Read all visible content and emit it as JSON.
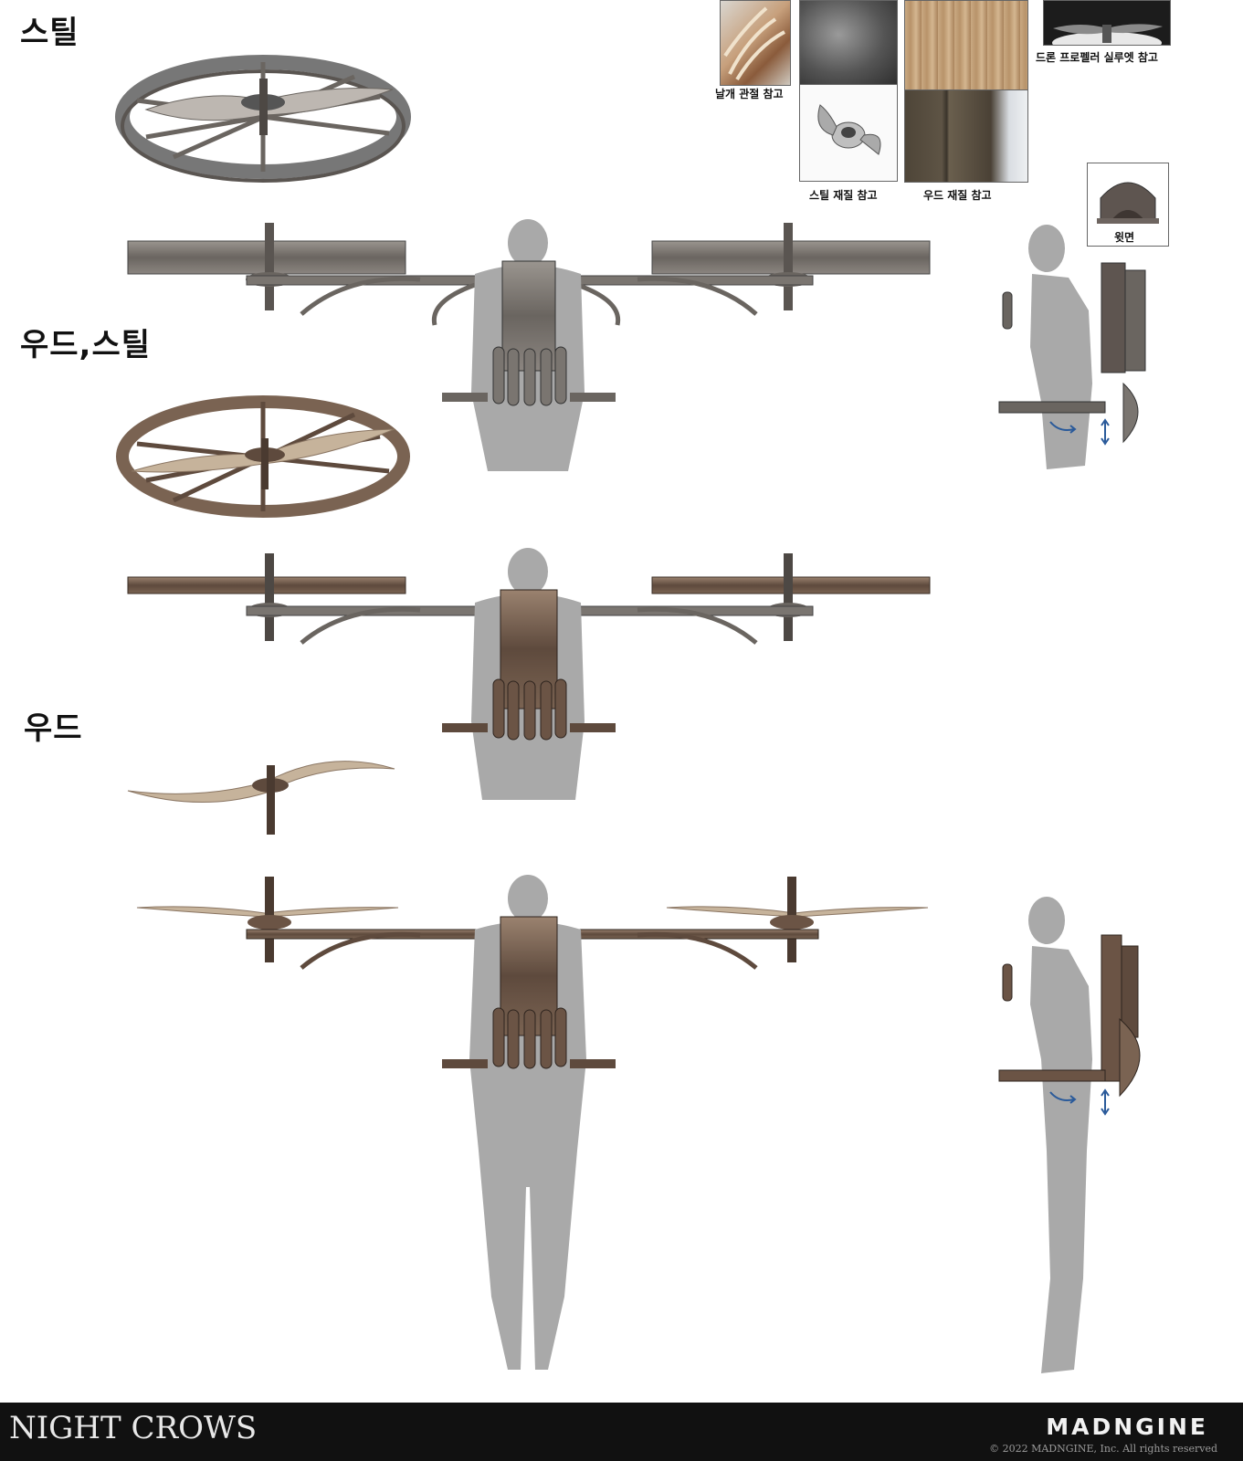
{
  "sections": {
    "steel": "스틸",
    "wood_steel": "우드,스틸",
    "wood": "우드"
  },
  "references": {
    "wing_joint": "날개 관절 참고",
    "steel_material": "스틸 재질 참고",
    "wood_material": "우드 재질 참고",
    "drone_propeller": "드론 프로펠러 실루엣 참고",
    "top_view": "윗면"
  },
  "footer": {
    "brand_left": "NIGHT CROWS",
    "brand_right": "MADNGINE",
    "copyright": "© 2022 MADNGINE, Inc. All rights reserved"
  },
  "colors": {
    "steel": "#6f6a66",
    "steel_light": "#a29d98",
    "wood": "#6b5445",
    "wood_light": "#a38b79",
    "blade_wood": "#c6b39b",
    "body": "#a9a9a9",
    "footer": "#111111",
    "arrow": "#2a5a9a"
  },
  "icons": [
    "wing-nut-icon",
    "up-down-arrow-icon",
    "rotate-arrow-icon"
  ]
}
